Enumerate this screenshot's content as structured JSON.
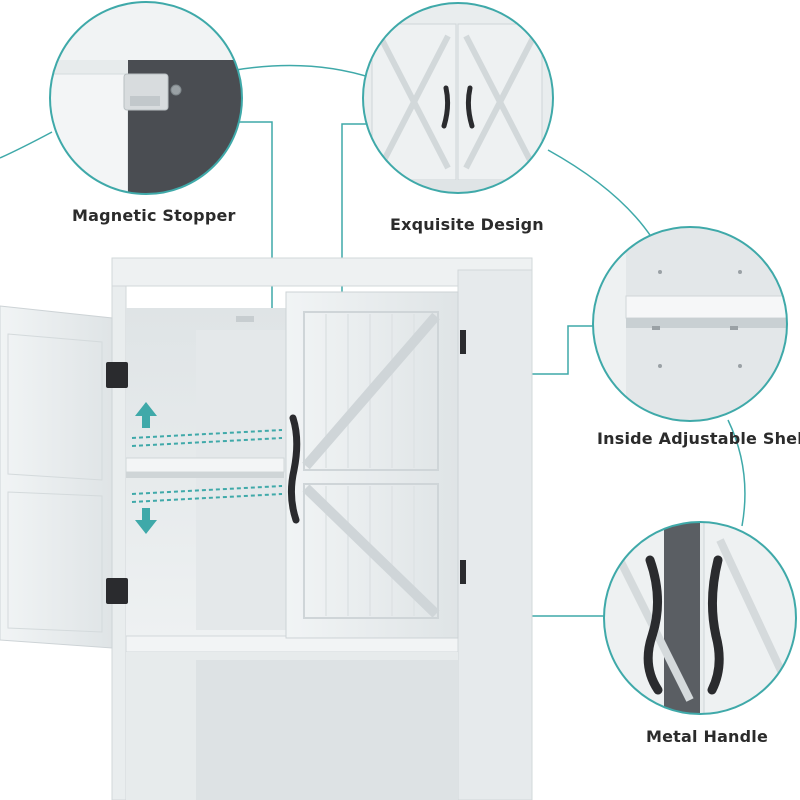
{
  "callouts": {
    "magnetic_stopper": "Magnetic Stopper",
    "exquisite_design": "Exquisite Design",
    "adjustable_shelf": "Inside Adjustable Shelf",
    "metal_handle": "Metal Handle"
  },
  "colors": {
    "accent_teal": "#3fa9a9",
    "cabinet_white": "#e9edee",
    "cabinet_shadow": "#c9d0d3",
    "handle_black": "#2a2b2e"
  }
}
